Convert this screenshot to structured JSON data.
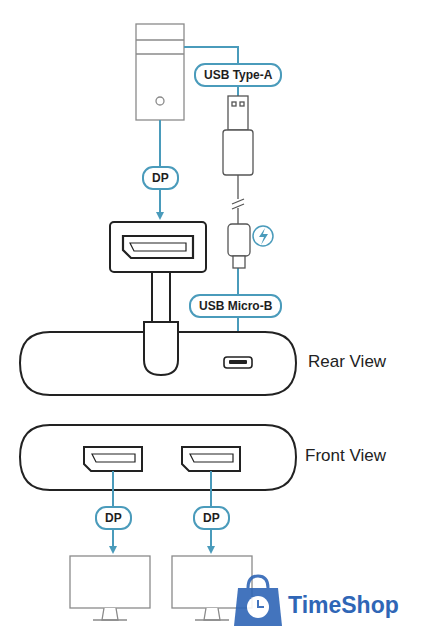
{
  "diagram": {
    "nodes": [
      {
        "text": [
          "USB Type-A"
        ]
      },
      {
        "text": [
          "DP"
        ]
      },
      {
        "text": [
          "USB Micro-B"
        ]
      },
      {
        "text": [
          "DP"
        ]
      },
      {
        "text": [
          "DP"
        ]
      }
    ],
    "labels": [
      "Rear View",
      "Front View",
      "TimeShop"
    ]
  }
}
